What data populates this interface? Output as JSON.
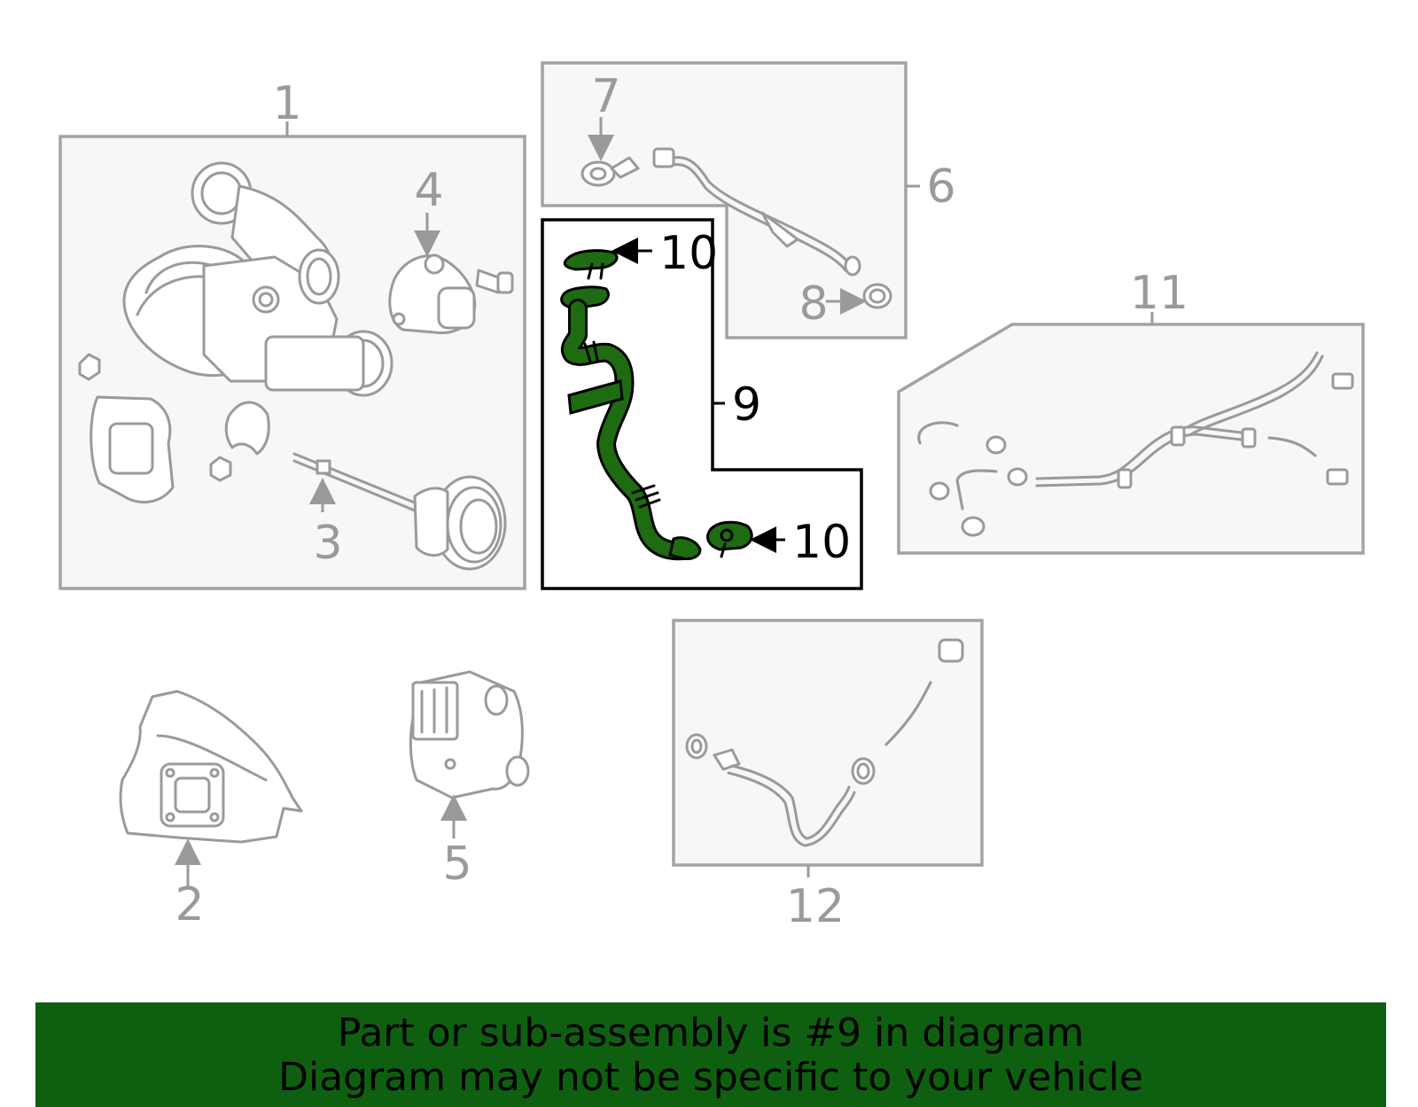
{
  "highlight_color": "#1f6b12",
  "banner_color": "#0e6010",
  "callouts": [
    "1",
    "2",
    "3",
    "4",
    "5",
    "6",
    "7",
    "8",
    "9",
    "10",
    "10",
    "11",
    "12"
  ],
  "banner": {
    "line1": "Part or sub-assembly is #9 in diagram",
    "line2": "Diagram may not be specific to your vehicle"
  }
}
